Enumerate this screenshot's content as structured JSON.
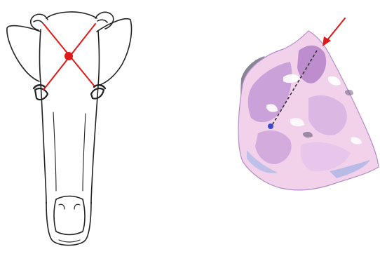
{
  "figure": {
    "panels": [
      {
        "id": "head-outline",
        "icon": "cattle-head-outline-icon",
        "marker": "crossing-lines-target-dot"
      },
      {
        "id": "skull-section",
        "icon": "skull-sagittal-section-icon",
        "marker": "arrow-and-dashed-trajectory"
      }
    ],
    "colors": {
      "outline": "#222222",
      "marker": "#e01818",
      "section_purple": "#c39ad6",
      "section_pink": "#f2d2ea",
      "section_shadow": "#6f6f80",
      "trajectory_dot": "#3a4bd0"
    }
  }
}
